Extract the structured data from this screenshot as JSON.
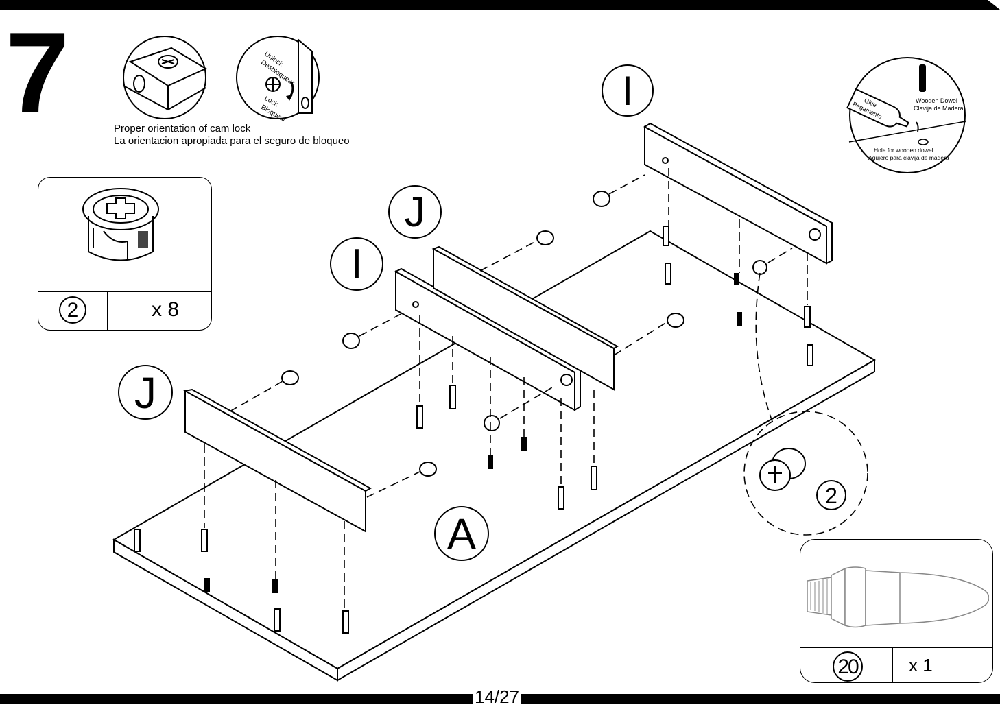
{
  "step": {
    "number": "7"
  },
  "cam_lock_orientation": {
    "unlock_label_en": "Unlock",
    "unlock_label_es": "Desbloquear",
    "lock_label_en": "Lock",
    "lock_label_es": "Bloquear",
    "caption_en": "Proper orientation of cam lock",
    "caption_es": "La orientacion apropiada para el seguro de bloqueo"
  },
  "glue_detail": {
    "glue_label_en": "Glue",
    "glue_label_es": "Pegamento",
    "dowel_label_en": "Wooden Dowel",
    "dowel_label_es": "Clavija de Madera",
    "hole_label_en": "Hole for wooden dowel",
    "hole_label_es": "Agujero para clavija de madera"
  },
  "parts_boxes": [
    {
      "part_number": "2",
      "quantity": "x 8",
      "item": "cam-lock"
    },
    {
      "part_number": "20",
      "quantity": "x 1",
      "item": "glue-bottle"
    }
  ],
  "panel_labels": {
    "rail_back": "I",
    "rail_front": "I",
    "end_back": "J",
    "end_front": "J",
    "base": "A",
    "zoom_part": "2"
  },
  "footer": {
    "page": "14/27"
  }
}
